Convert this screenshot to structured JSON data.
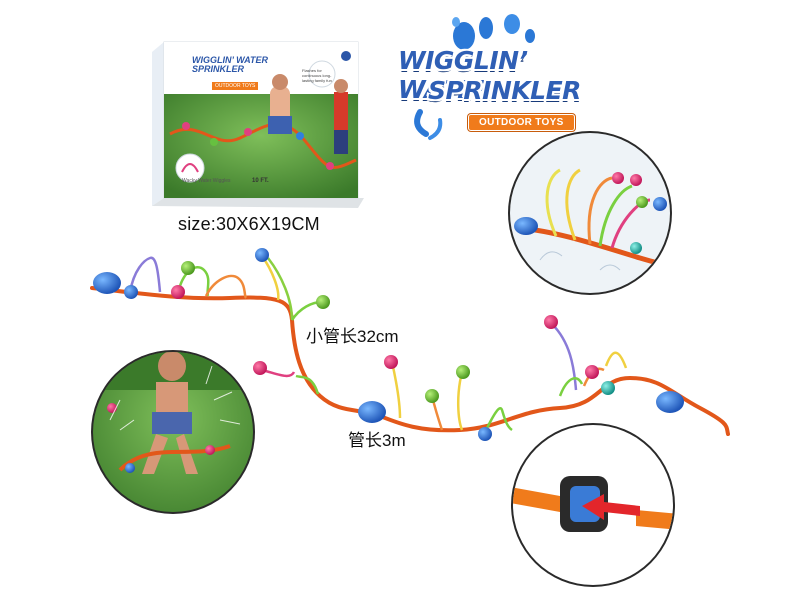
{
  "logo": {
    "line1": "WIGGLIN’ WATER",
    "line2": "SPRINKLER",
    "badge": "OUTDOOR TOYS"
  },
  "package": {
    "title_line1": "WIGGLIN’ WATER",
    "title_line2": "SPRINKLER",
    "badge": "OUTDOOR TOYS",
    "feature_label": "Wacky Water Wiggles",
    "length_label": "10 FT.",
    "side_note": "Flashes for continuous long-lasting family fun"
  },
  "labels": {
    "size": "size:30X6X19CM",
    "small_tube": "小管长32cm",
    "tube": "管长3m"
  },
  "colors": {
    "hose": "#f07b1b",
    "brand_blue": "#2f5fb5",
    "grass": "#4d8f3a"
  }
}
